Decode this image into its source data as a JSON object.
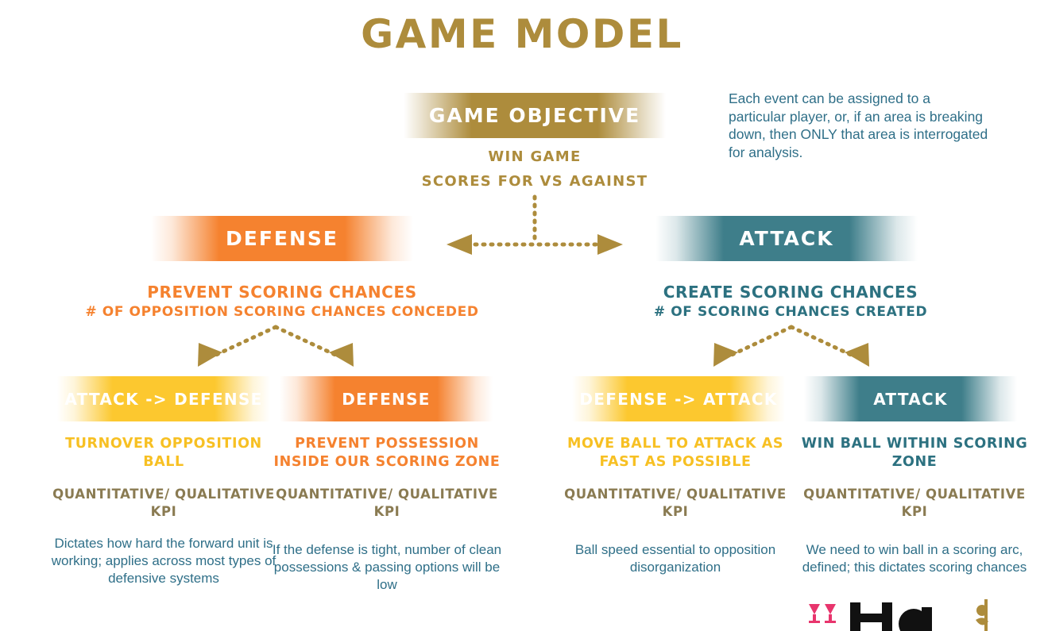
{
  "page": {
    "title": "GAME MODEL"
  },
  "colors": {
    "gold": "#AD8C3C",
    "orange": "#F5822F",
    "teal": "#3E7E8A",
    "teal_text": "#2C7180",
    "yellow": "#FCC82F",
    "yellow_text": "#F7C023",
    "kpi_gray": "#8A7B52",
    "body_blue": "#2F6F88"
  },
  "objective": {
    "banner_label": "GAME OBJECTIVE",
    "lines": [
      "WIN GAME",
      "SCORES FOR VS AGAINST"
    ]
  },
  "note": {
    "text": "Each event can be assigned to a particular player, or, if an area is breaking down, then ONLY that area is interrogated for analysis."
  },
  "branches": [
    {
      "banner_label": "DEFENSE",
      "caption_line1": "PREVENT SCORING CHANCES",
      "caption_line2": "# OF OPPOSITION SCORING CHANCES CONCEDED"
    },
    {
      "banner_label": "ATTACK",
      "caption_line1": "CREATE SCORING CHANCES",
      "caption_line2": "# OF SCORING CHANCES CREATED"
    }
  ],
  "columns": [
    {
      "banner_label": "ATTACK -> DEFENSE",
      "head": "TURNOVER OPPOSITION BALL",
      "kpi": "QUANTITATIVE/ QUALITATIVE KPI",
      "desc": "Dictates how hard the forward unit is working; applies across most types of defensive systems"
    },
    {
      "banner_label": "DEFENSE",
      "head": "PREVENT POSSESSION INSIDE OUR SCORING ZONE",
      "kpi": "QUANTITATIVE/ QUALITATIVE KPI",
      "desc": "If the defense is tight, number of clean possessions & passing options will be low"
    },
    {
      "banner_label": "DEFENSE -> ATTACK",
      "head": "MOVE BALL TO ATTACK AS FAST AS POSSIBLE",
      "kpi": "QUANTITATIVE/ QUALITATIVE KPI",
      "desc": "Ball speed essential to opposition disorganization"
    },
    {
      "banner_label": "ATTACK",
      "head": "WIN BALL WITHIN SCORING ZONE",
      "kpi": "QUANTITATIVE/ QUALITATIVE KPI",
      "desc": "We need to win ball in a scoring arc, defined; this dictates scoring chances"
    }
  ],
  "icons": {
    "arrow_vertical": "dotted-vertical-connector-icon",
    "arrow_bidirectional": "dotted-bidirectional-arrow-icon",
    "arrow_branch_left": "dotted-branch-arrow-icon",
    "arrow_branch_right": "dotted-branch-arrow-icon",
    "logo": "brand-logo-icon"
  }
}
